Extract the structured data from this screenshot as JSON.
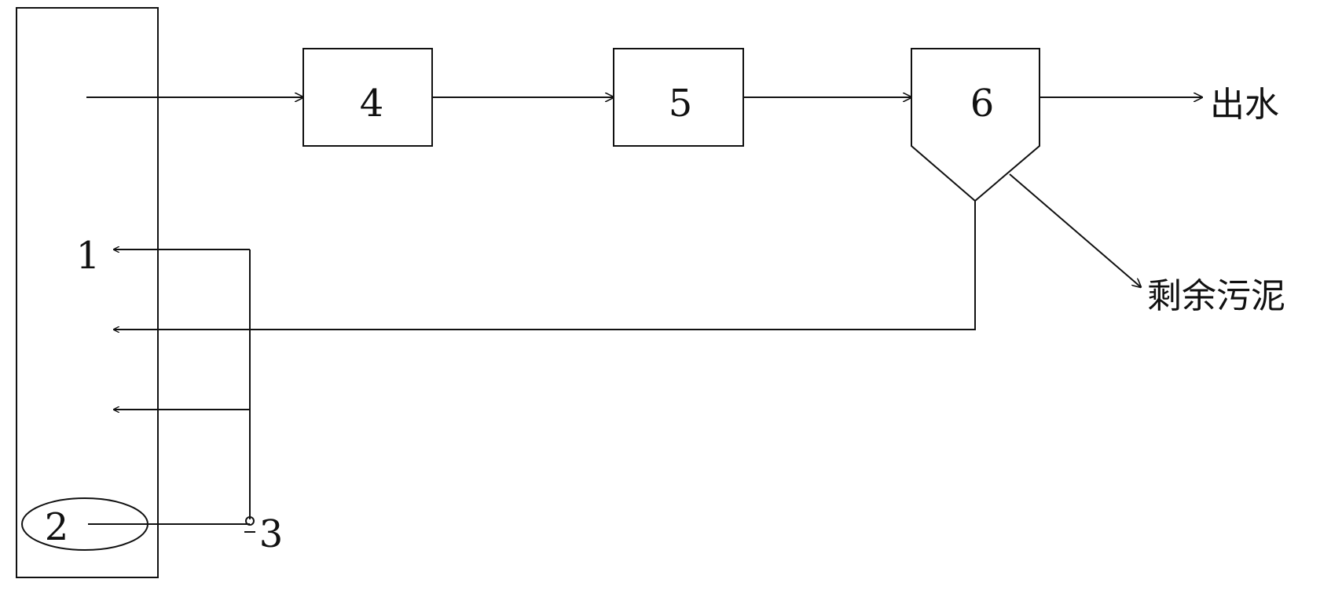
{
  "diagram": {
    "labels": {
      "n1": "1",
      "n2": "2",
      "n3": "3",
      "n4": "4",
      "n5": "5",
      "n6": "6",
      "effluent": "出水",
      "excess_sludge": "剩余污泥"
    },
    "colors": {
      "line": "#111111",
      "background": "#ffffff"
    }
  }
}
